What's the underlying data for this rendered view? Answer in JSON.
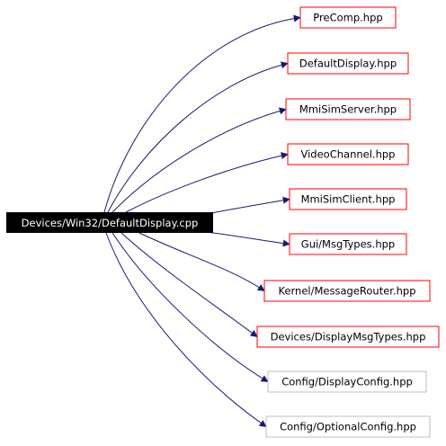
{
  "source": {
    "label": "Devices/Win32/DefaultDisplay.cpp"
  },
  "includes": [
    {
      "label": "PreComp.hpp",
      "documented": true
    },
    {
      "label": "DefaultDisplay.hpp",
      "documented": true
    },
    {
      "label": "MmiSimServer.hpp",
      "documented": true
    },
    {
      "label": "VideoChannel.hpp",
      "documented": true
    },
    {
      "label": "MmiSimClient.hpp",
      "documented": true
    },
    {
      "label": "Gui/MsgTypes.hpp",
      "documented": true
    },
    {
      "label": "Kernel/MessageRouter.hpp",
      "documented": true
    },
    {
      "label": "Devices/DisplayMsgTypes.hpp",
      "documented": true
    },
    {
      "label": "Config/DisplayConfig.hpp",
      "documented": false
    },
    {
      "label": "Config/OptionalConfig.hpp",
      "documented": false
    }
  ],
  "colors": {
    "source_fill": "#000000",
    "source_text": "#ffffff",
    "documented_border": "#ff0000",
    "undocumented_border": "#bfbfbf",
    "edge": "#191970",
    "node_fill": "#ffffff",
    "node_text": "#000000"
  }
}
